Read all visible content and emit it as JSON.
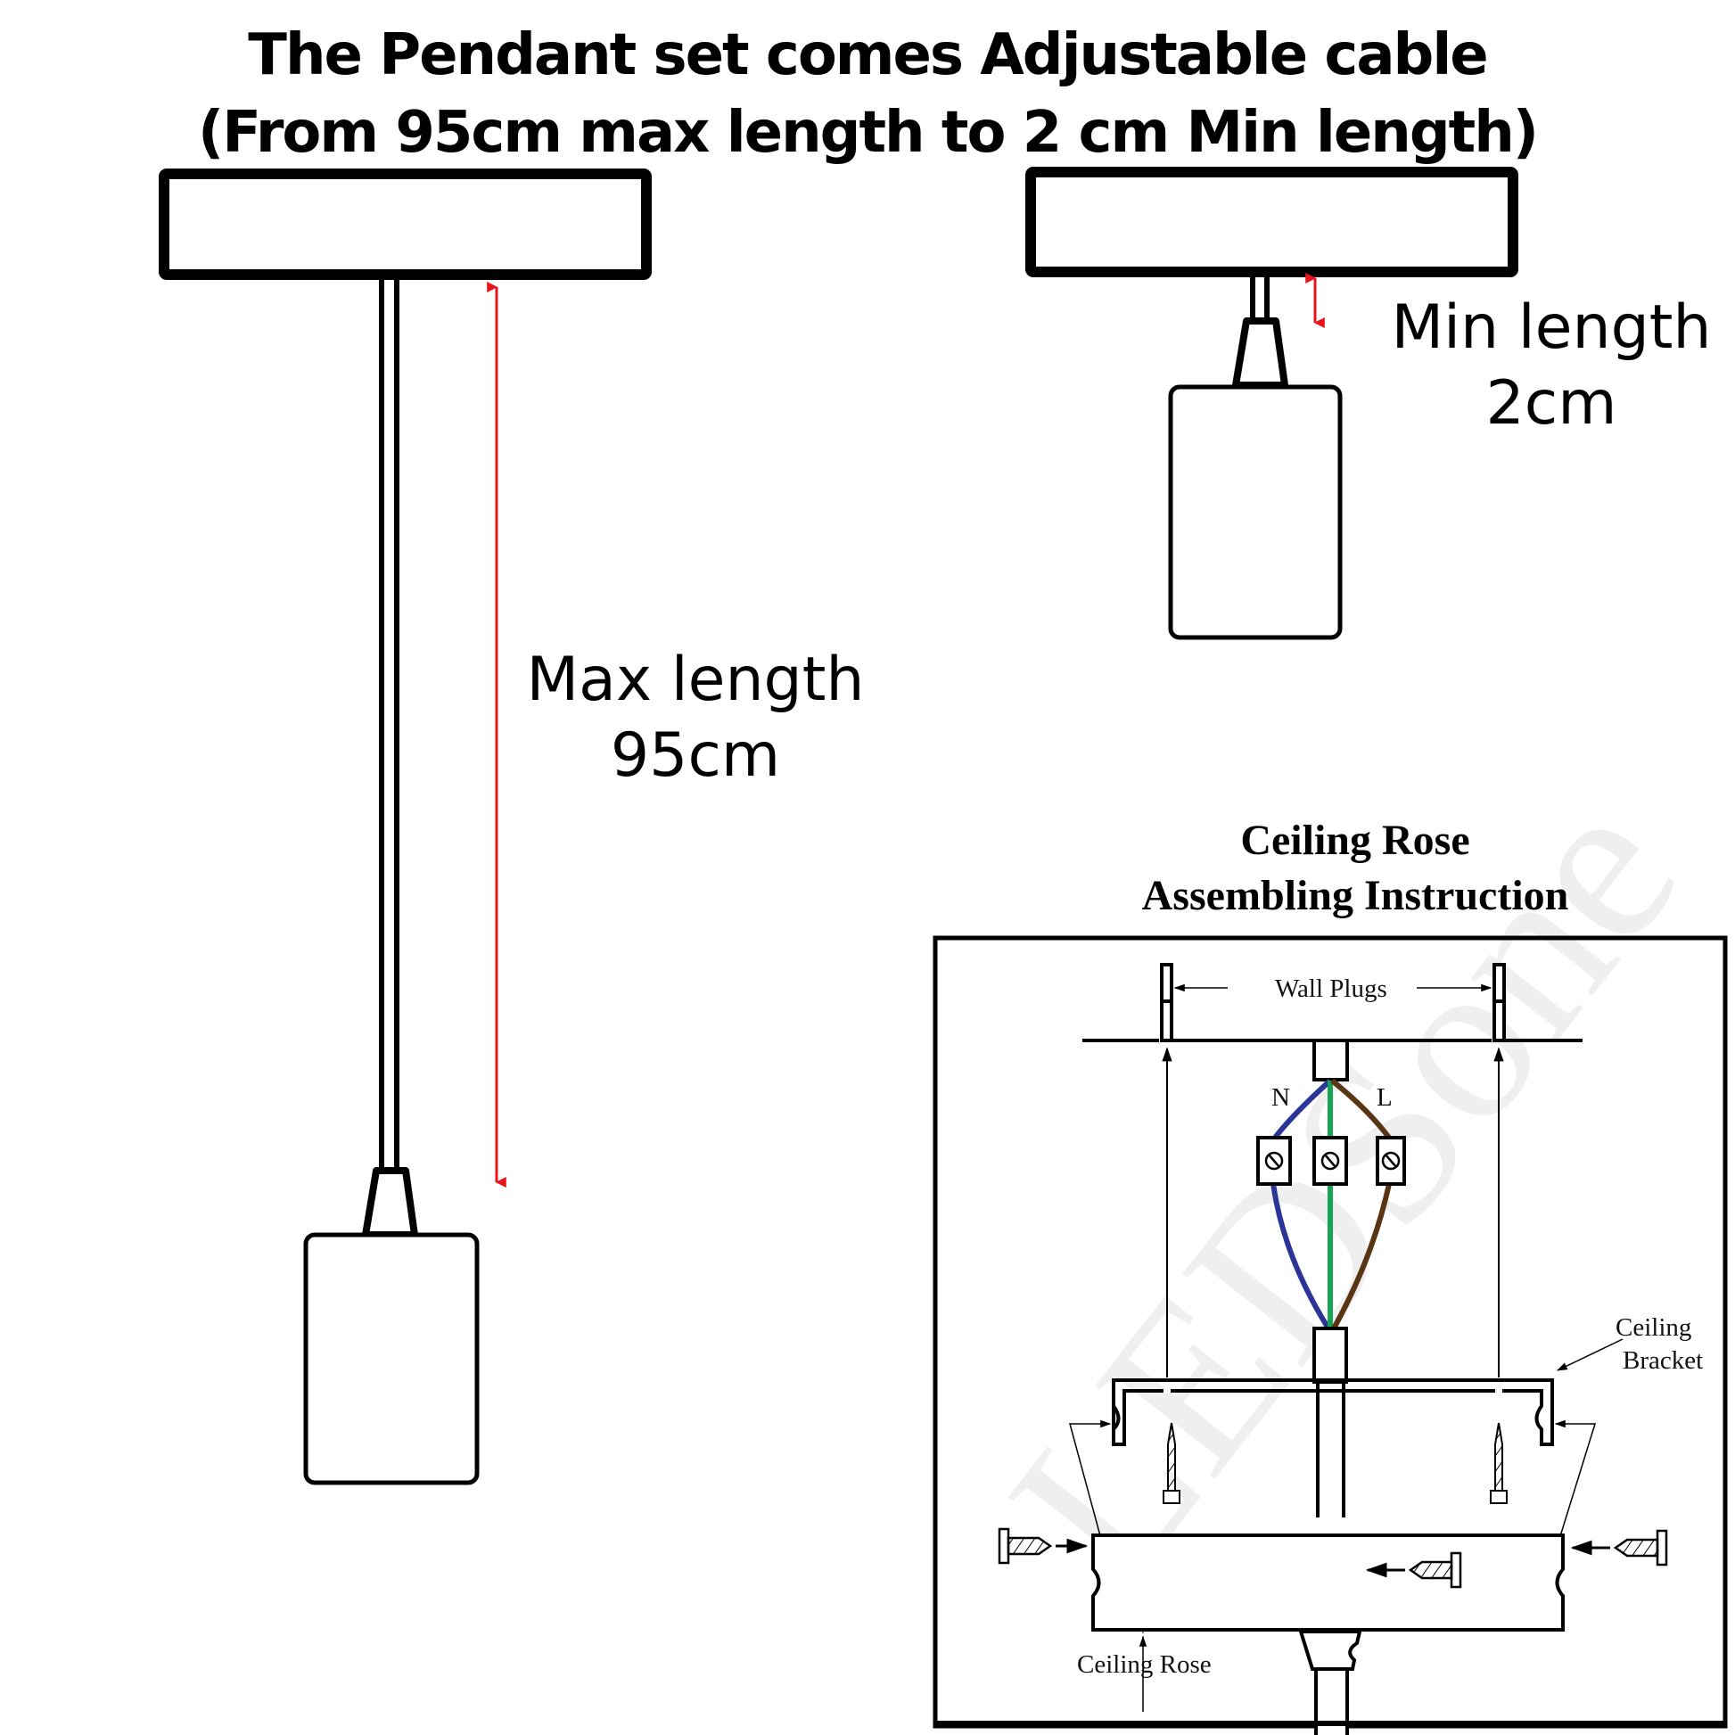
{
  "header": {
    "line1": "The Pendant set comes Adjustable cable",
    "line2": "(From 95cm max length to 2 cm Min length)"
  },
  "max_pendant": {
    "label_line1": "Max length",
    "label_line2": "95cm",
    "length_cm": 95
  },
  "min_pendant": {
    "label_line1": "Min length",
    "label_line2": "2cm",
    "length_cm": 2
  },
  "instruction": {
    "title_line1": "Ceiling Rose",
    "title_line2": "Assembling Instruction",
    "labels": {
      "wall_plugs": "Wall Plugs",
      "neutral": "N",
      "live": "L",
      "ceiling_bracket_line1": "Ceiling",
      "ceiling_bracket_line2": "Bracket",
      "ceiling_rose": "Ceiling Rose"
    },
    "watermark": "LEDSone"
  },
  "colors": {
    "dimension_arrow": "#e8141b",
    "neutral_wire": "#2a3597",
    "earth_wire": "#16a455",
    "live_wire": "#5a3513",
    "line": "#000000"
  }
}
